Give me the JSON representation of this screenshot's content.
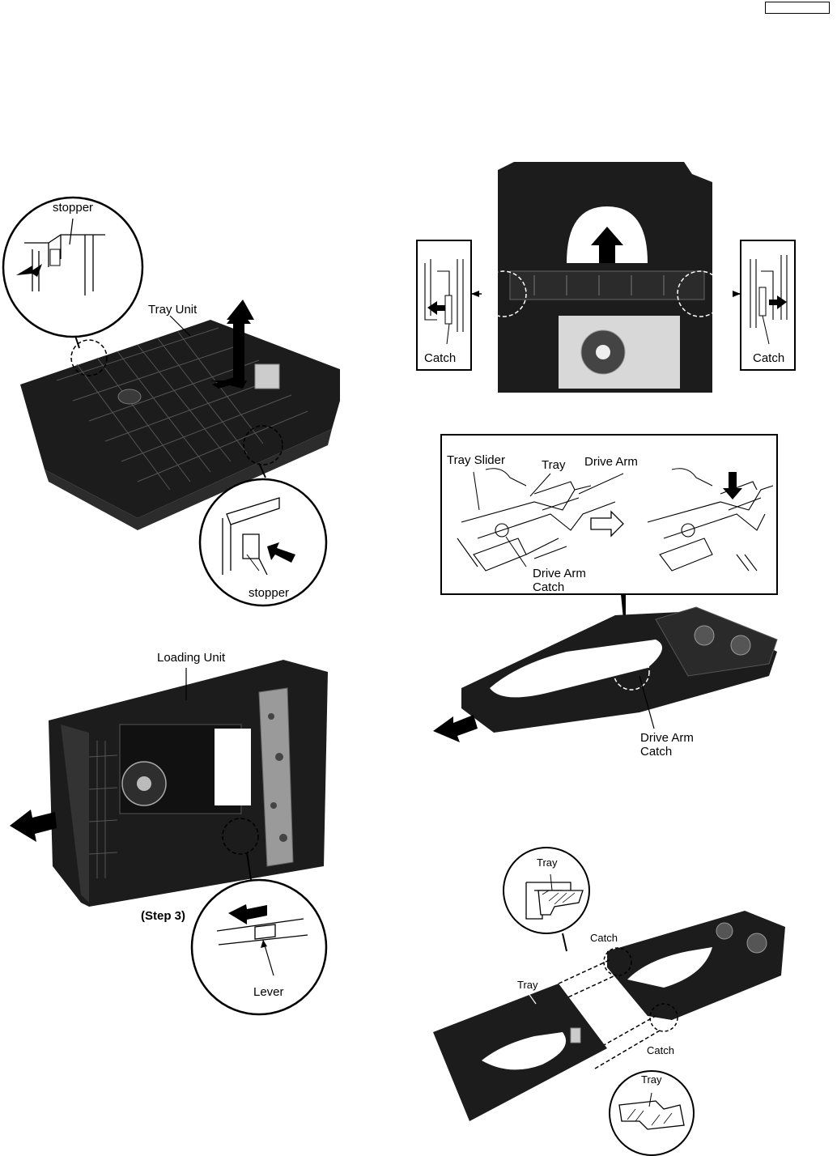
{
  "figures": {
    "tray_unit": {
      "stopper_top": "stopper",
      "tray_unit": "Tray Unit",
      "stopper_bottom": "stopper"
    },
    "loading_unit": {
      "loading_unit": "Loading Unit",
      "step": "(Step 3)",
      "lever": "Lever"
    },
    "catch_view": {
      "catch_left": "Catch",
      "catch_right": "Catch"
    },
    "drive_arm": {
      "tray_slider": "Tray Slider",
      "tray": "Tray",
      "drive_arm": "Drive Arm",
      "drive_arm_catch_inset_1": "Drive Arm",
      "drive_arm_catch_inset_2": "Catch",
      "drive_arm_catch_1": "Drive Arm",
      "drive_arm_catch_2": "Catch"
    },
    "tray_removal": {
      "tray_top_bubble": "Tray",
      "catch_top": "Catch",
      "tray_label": "Tray",
      "catch_bottom": "Catch",
      "tray_bottom_bubble": "Tray"
    }
  },
  "colors": {
    "ink": "#000000",
    "body": "#1c1c1c",
    "paper": "#ffffff"
  }
}
